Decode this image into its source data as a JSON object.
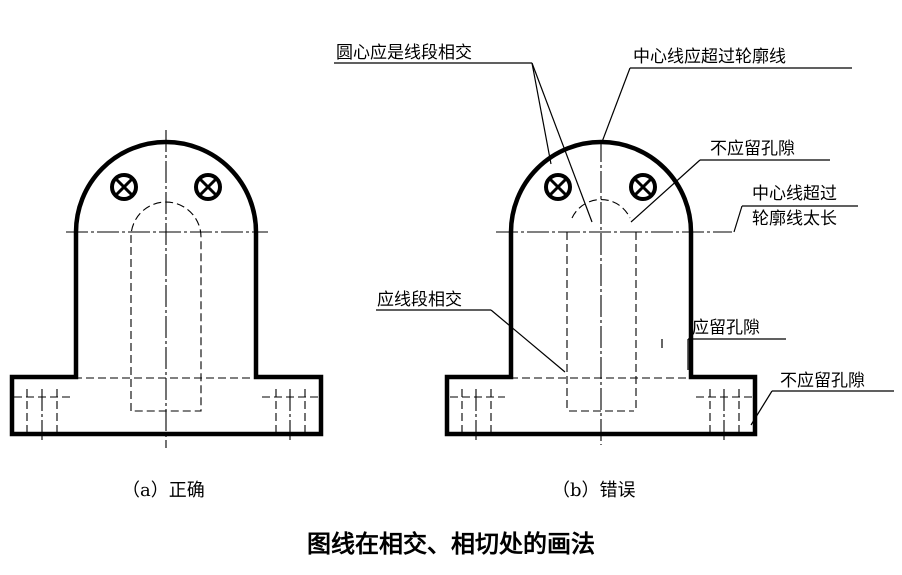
{
  "captions": {
    "correct": "（a）正确",
    "wrong": "（b）错误"
  },
  "title": "图线在相交、相切处的画法",
  "annotations": {
    "circle_center": "圆心应是线段相交",
    "centerline_exceed": "中心线应超过轮廓线",
    "no_gap_top": "不应留孔隙",
    "centerline_too_long_1": "中心线超过",
    "centerline_too_long_2": "轮廓线太长",
    "should_intersect": "应线段相交",
    "should_gap": "应留孔隙",
    "no_gap_bottom": "不应留孔隙"
  }
}
